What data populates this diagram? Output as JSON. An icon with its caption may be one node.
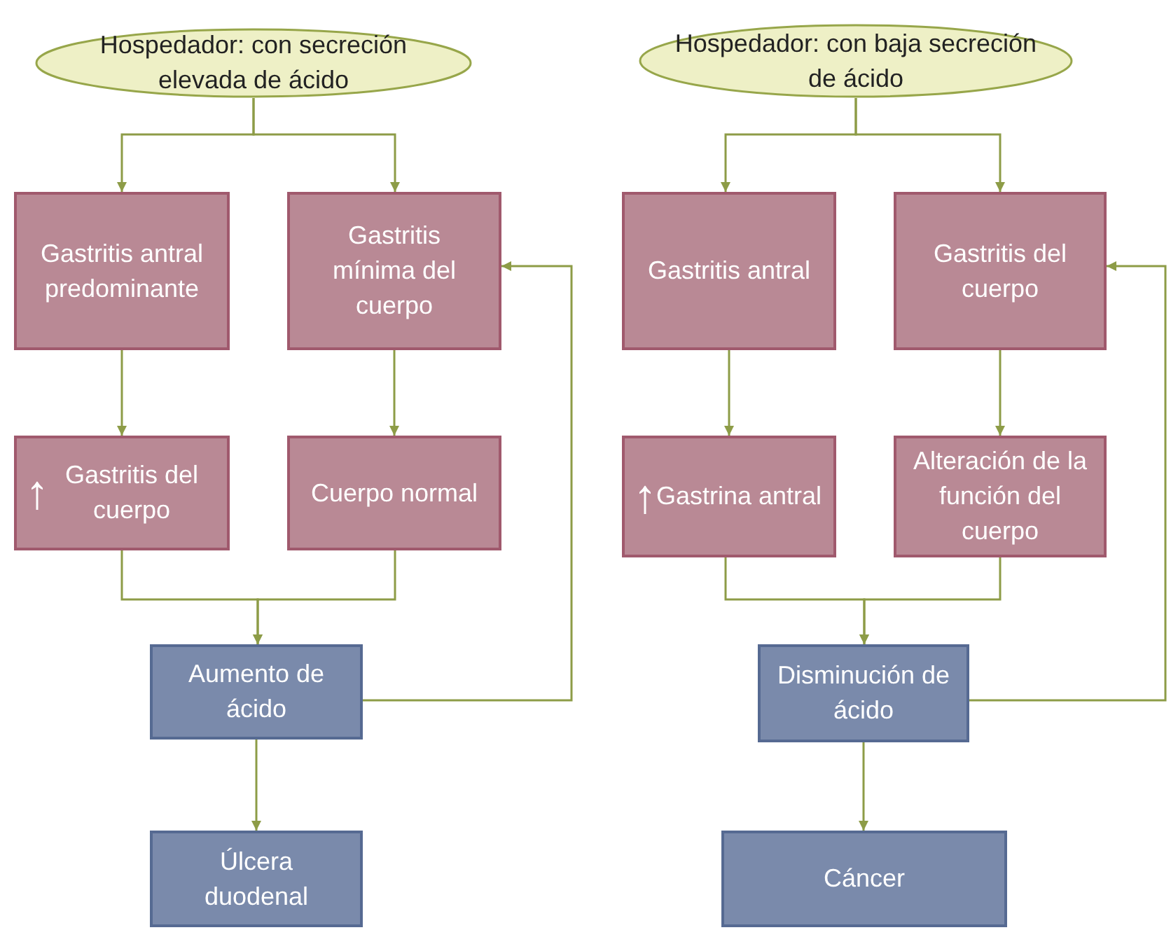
{
  "diagram": {
    "nodes": [
      {
        "text": [
          "Hospedador: con secreción elevada de ácido"
        ]
      },
      {
        "text": [
          "Gastritis antral predominante"
        ]
      },
      {
        "text": [
          "Gastritis mínima del cuerpo"
        ]
      },
      {
        "text": [
          "↑",
          "Gastritis del cuerpo"
        ]
      },
      {
        "text": [
          "Cuerpo normal"
        ]
      },
      {
        "text": [
          "Aumento de ácido"
        ]
      },
      {
        "text": [
          "Úlcera duodenal"
        ]
      },
      {
        "text": [
          "Hospedador: con baja secreción de ácido"
        ]
      },
      {
        "text": [
          "Gastritis antral"
        ]
      },
      {
        "text": [
          "Gastritis del cuerpo"
        ]
      },
      {
        "text": [
          "↑",
          "Gastrina antral"
        ]
      },
      {
        "text": [
          "Alteración de la función del cuerpo"
        ]
      },
      {
        "text": [
          "Disminución de ácido"
        ]
      },
      {
        "text": [
          "Cáncer"
        ]
      }
    ],
    "edges": [
      {
        "from": 0,
        "to": 1,
        "arrow": "to"
      },
      {
        "from": 0,
        "to": 2,
        "arrow": "to"
      },
      {
        "from": 1,
        "to": 3,
        "arrow": "to"
      },
      {
        "from": 2,
        "to": 4,
        "arrow": "to"
      },
      {
        "from": 3,
        "to": 5,
        "arrow": "to"
      },
      {
        "from": 4,
        "to": 5,
        "arrow": "to"
      },
      {
        "from": 5,
        "to": 2,
        "arrow": "to"
      },
      {
        "from": 5,
        "to": 6,
        "arrow": "to"
      },
      {
        "from": 7,
        "to": 8,
        "arrow": "to"
      },
      {
        "from": 7,
        "to": 9,
        "arrow": "to"
      },
      {
        "from": 8,
        "to": 10,
        "arrow": "to"
      },
      {
        "from": 9,
        "to": 11,
        "arrow": "to"
      },
      {
        "from": 10,
        "to": 12,
        "arrow": "to"
      },
      {
        "from": 11,
        "to": 12,
        "arrow": "to"
      },
      {
        "from": 12,
        "to": 9,
        "arrow": "to"
      },
      {
        "from": 12,
        "to": 13,
        "arrow": "to"
      }
    ]
  }
}
